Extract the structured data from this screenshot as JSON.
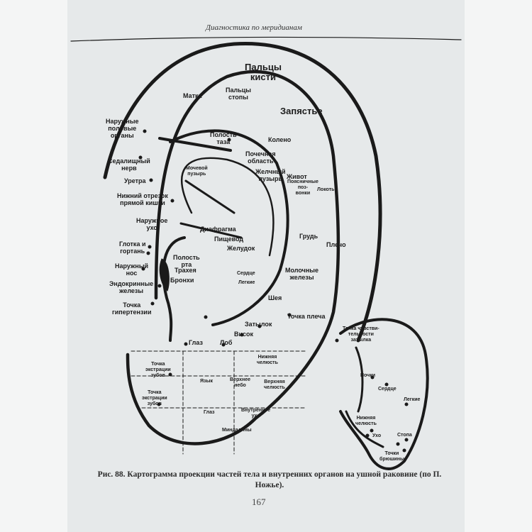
{
  "header": "Диагностика по меридианам",
  "labels": {
    "fingers_hand": "Пальцы\nкисти",
    "uterus": "Матка",
    "toes": "Пальцы\nстопы",
    "wrist": "Запястье",
    "ext_genitals": "Наружные\nполовые\nорганы",
    "pelvis": "Полость\nтаза",
    "knee": "Колено",
    "sciatic": "Седалищный\nнерв",
    "kidney_area": "Почечная\nобласть",
    "bladder": "Мочевой\nпузырь",
    "gallbladder": "Желчный\nпузырь",
    "abdomen": "Живот",
    "lumbar": "Поясничные\nпоз-\nвонки",
    "elbow": "Локоть",
    "urethra": "Уретра",
    "rectum": "Нижний отрезок\nпрямой кишки",
    "ext_ear": "Наружное\nухо",
    "diaphragm": "Диафрагма",
    "esophagus": "Пищевод",
    "stomach": "Желудок",
    "chest": "Грудь",
    "shoulder": "Плечо",
    "pharynx": "Глотка и\nгортань",
    "mouth": "Полость\nрта",
    "trachea": "Трахея",
    "nose": "Наружный\nнос",
    "heart": "Сердце",
    "mammary": "Молочные\nжелезы",
    "bronchi": "Бронхи",
    "lungs": "Легкие",
    "endocrine": "Эндокринные\nжелезы",
    "neck": "Шея",
    "hypertension": "Точка\nгипертензии",
    "shoulder_point": "Точка плеча",
    "occiput": "Затылок",
    "temple": "Висок",
    "forehead": "Лоб",
    "eye_top": "Глаз"
  },
  "lobe": {
    "tooth1": "Точка\nэкстрации\nзубов",
    "tongue": "Язык",
    "upper_palate": "Верхнее\nнебо",
    "lower_jaw": "Нижняя\nчелюсть",
    "upper_jaw": "Верхняя\nчелюсть",
    "tooth2": "Точка\nэкстрации\nзубов",
    "eye": "Глаз",
    "inner_ear": "Внутреннее\nухо",
    "tonsils": "Миндалины"
  },
  "back": {
    "occiput_sens": "Точка чувстви-\nтельности\nзатылка",
    "kidneys": "Почки",
    "heart": "Сердце",
    "lungs": "Легкие",
    "lower_jaw": "Нижняя\nчелюсть",
    "ear": "Ухо",
    "foot": "Стопа",
    "peritoneum": "Точки\nбрюшины"
  },
  "caption": "Рис. 88. Картограмма проекции частей тела и внутренних органов на ушной раковине (по П. Ножье).",
  "page_number": "167"
}
